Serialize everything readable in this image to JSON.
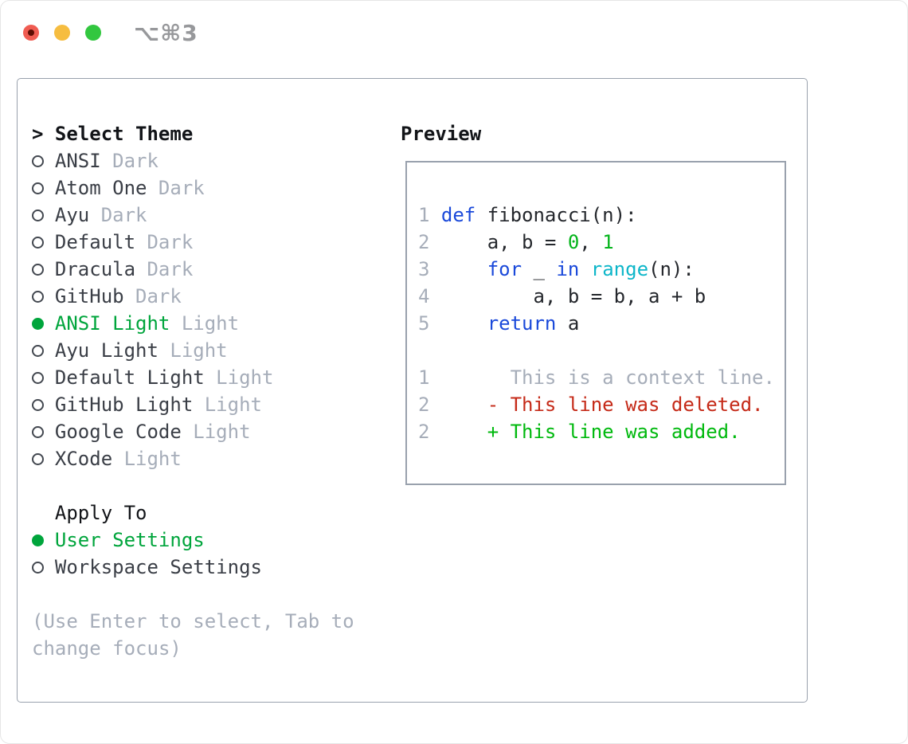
{
  "titlebar": {
    "shortcut": "⌥⌘3"
  },
  "colors": {
    "accent_green": "#00a53c",
    "added_green": "#00b90e",
    "deleted_red": "#c52a18",
    "keyword_blue": "#1a49da",
    "builtin_cyan": "#0db6c9",
    "number_green": "#04b41b",
    "muted_gray": "#a6adb9",
    "text_dark": "#3a3e46",
    "header_black": "#121418",
    "border_gray": "#99a1ad",
    "linenum_gray": "#a6adb9",
    "code_black": "#24272c",
    "traffic_red": "#f05c52",
    "traffic_red_dot": "#5d0d03",
    "traffic_yellow": "#f6bd40",
    "traffic_green": "#32c73f",
    "title_gray": "#97989b"
  },
  "theme_panel": {
    "header_prefix": ">",
    "header_label": "Select Theme",
    "themes": [
      {
        "name": "ANSI",
        "variant": "Dark",
        "selected": false
      },
      {
        "name": "Atom One",
        "variant": "Dark",
        "selected": false
      },
      {
        "name": "Ayu",
        "variant": "Dark",
        "selected": false
      },
      {
        "name": "Default",
        "variant": "Dark",
        "selected": false
      },
      {
        "name": "Dracula",
        "variant": "Dark",
        "selected": false
      },
      {
        "name": "GitHub",
        "variant": "Dark",
        "selected": false
      },
      {
        "name": "ANSI Light",
        "variant": "Light",
        "selected": true
      },
      {
        "name": "Ayu Light",
        "variant": "Light",
        "selected": false
      },
      {
        "name": "Default Light",
        "variant": "Light",
        "selected": false
      },
      {
        "name": "GitHub Light",
        "variant": "Light",
        "selected": false
      },
      {
        "name": "Google Code",
        "variant": "Light",
        "selected": false
      },
      {
        "name": "XCode",
        "variant": "Light",
        "selected": false
      }
    ],
    "apply_to": {
      "header": "Apply To",
      "options": [
        {
          "label": "User Settings",
          "selected": true
        },
        {
          "label": "Workspace Settings",
          "selected": false
        }
      ]
    },
    "help_text": "(Use Enter to select, Tab to change focus)"
  },
  "preview": {
    "header": "Preview",
    "code_lines": [
      {
        "num": "1",
        "segments": [
          {
            "text": "def ",
            "color": "keyword"
          },
          {
            "text": "fibonacci(n):",
            "color": "default"
          }
        ]
      },
      {
        "num": "2",
        "segments": [
          {
            "text": "    a, b = ",
            "color": "default"
          },
          {
            "text": "0",
            "color": "number"
          },
          {
            "text": ", ",
            "color": "default"
          },
          {
            "text": "1",
            "color": "number"
          }
        ]
      },
      {
        "num": "3",
        "segments": [
          {
            "text": "    ",
            "color": "default"
          },
          {
            "text": "for",
            "color": "keyword"
          },
          {
            "text": " _ ",
            "color": "default"
          },
          {
            "text": "in",
            "color": "keyword"
          },
          {
            "text": " ",
            "color": "default"
          },
          {
            "text": "range",
            "color": "builtin"
          },
          {
            "text": "(n):",
            "color": "default"
          }
        ]
      },
      {
        "num": "4",
        "segments": [
          {
            "text": "        a, b = b, a + b",
            "color": "default"
          }
        ]
      },
      {
        "num": "5",
        "segments": [
          {
            "text": "    ",
            "color": "default"
          },
          {
            "text": "return",
            "color": "keyword"
          },
          {
            "text": " a",
            "color": "default"
          }
        ]
      },
      {
        "num": "",
        "segments": []
      },
      {
        "num": "1",
        "segments": [
          {
            "text": "      This is a context line.",
            "color": "muted"
          }
        ]
      },
      {
        "num": "2",
        "segments": [
          {
            "text": "    - This line was deleted.",
            "color": "deleted"
          }
        ]
      },
      {
        "num": "2",
        "segments": [
          {
            "text": "    + This line was added.",
            "color": "added"
          }
        ]
      }
    ]
  }
}
